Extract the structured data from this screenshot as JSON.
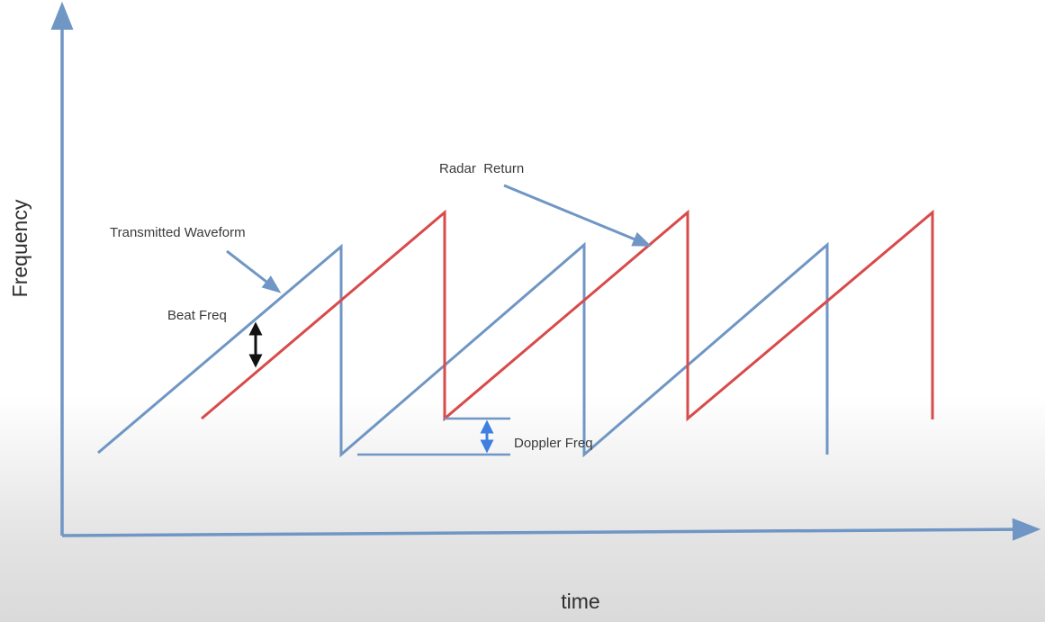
{
  "labels": {
    "y_axis": "Frequency",
    "x_axis": "time",
    "transmitted": "Transmitted Waveform",
    "return": "Radar  Return",
    "beat": "Beat Freq",
    "doppler": "Doppler Freq"
  },
  "colors": {
    "axis": "#6f96c4",
    "transmitted": "#6f96c4",
    "return": "#d94a4a",
    "beat_marker": "#111111",
    "doppler_marker": "#3f7fe0",
    "pointer_arrow": "#6f96c4"
  },
  "icons": {
    "beat_marker": "double-arrow-icon",
    "doppler_marker": "double-arrow-icon"
  }
}
